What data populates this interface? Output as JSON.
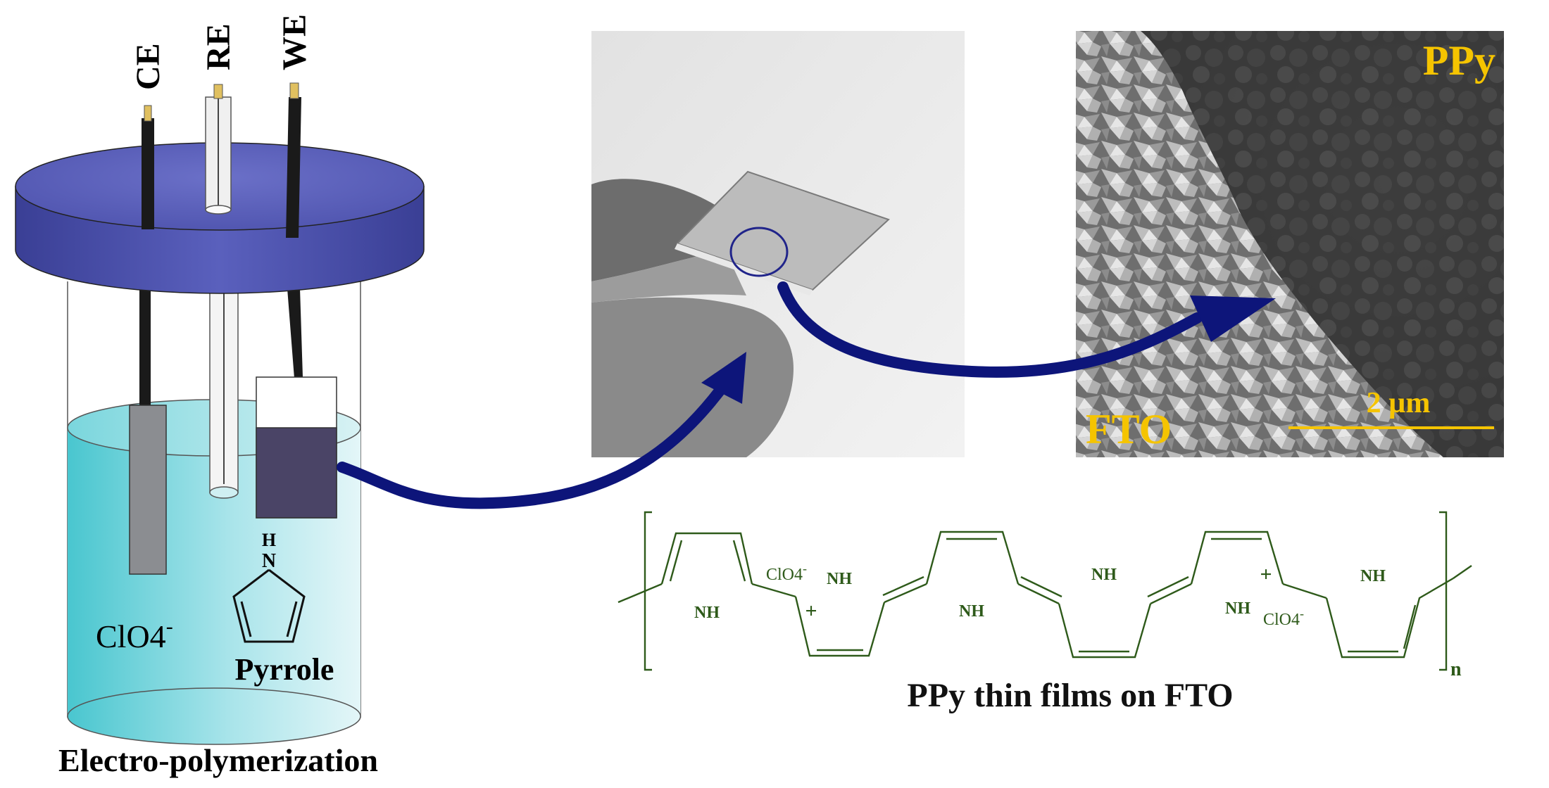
{
  "cell": {
    "electrodes": {
      "ce": "CE",
      "re": "RE",
      "we": "WE"
    },
    "anion_base": "ClO4",
    "anion_charge": "-",
    "monomer_h": "H",
    "monomer_n": "N",
    "monomer_name": "Pyrrole",
    "caption": "Electro-polymerization"
  },
  "sem": {
    "label_ppy": "PPy",
    "label_fto": "FTO",
    "scale_bar": "2 µm"
  },
  "structure": {
    "counter_ion_base": "ClO4",
    "counter_ion_charge": "-",
    "nh": "NH",
    "plus": "+",
    "repeat": "n",
    "caption": "PPy thin films on FTO"
  },
  "colors": {
    "lid": "#5055b0",
    "solution": "#49c6cf",
    "film": "#4a4466",
    "arrow": "#0d157a",
    "structure": "#2e5a1a",
    "sem_label": "#f5c400"
  }
}
